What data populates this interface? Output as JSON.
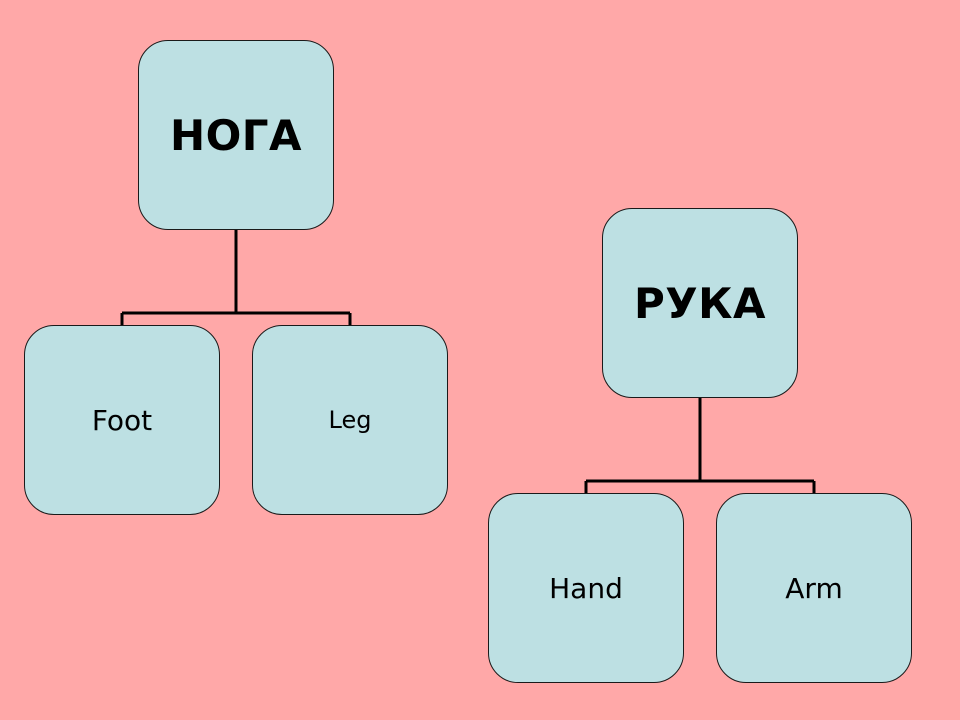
{
  "trees": [
    {
      "root": {
        "label": "НОГА"
      },
      "children": [
        {
          "label": "Foot"
        },
        {
          "label": "Leg"
        }
      ]
    },
    {
      "root": {
        "label": "РУКА"
      },
      "children": [
        {
          "label": "Hand"
        },
        {
          "label": "Arm"
        }
      ]
    }
  ],
  "colors": {
    "background": "#ffa8a8",
    "node_fill": "#bde0e3",
    "stroke": "#000000"
  }
}
